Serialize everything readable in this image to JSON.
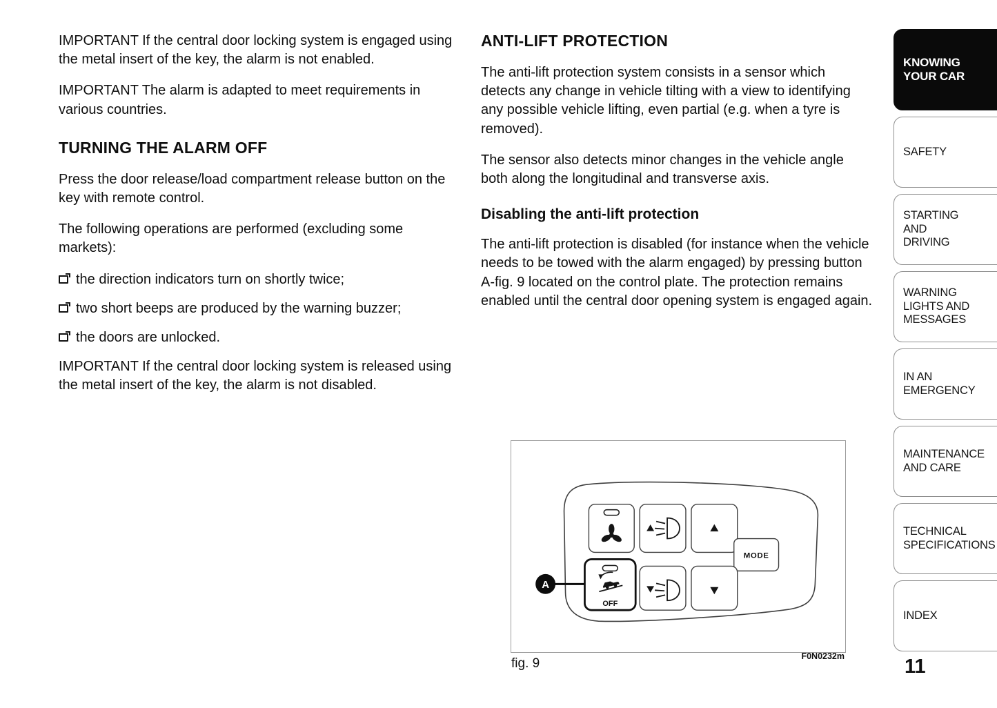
{
  "page": {
    "number": "11",
    "figure_caption": "fig. 9",
    "figure_code": "F0N0232m"
  },
  "left_column": {
    "para1": "IMPORTANT If the central door locking system is engaged using the metal insert of the key, the alarm is not enabled.",
    "para2": "IMPORTANT The alarm is adapted to meet requirements in various countries.",
    "heading": "TURNING THE ALARM OFF",
    "para3": "Press the door release/load compartment release button on the key with remote control.",
    "para4": "The following operations are performed (excluding some markets):",
    "bullets": [
      "the direction indicators turn on shortly twice;",
      "two short beeps are produced by the warning buzzer;",
      "the doors are unlocked."
    ],
    "para5": "IMPORTANT If the central door locking system is released using the metal insert of the key, the alarm is not disabled."
  },
  "right_column": {
    "heading": "ANTI-LIFT PROTECTION",
    "para1": "The anti-lift protection system consists in a sensor which detects any change in vehicle tilting with a view to identifying any possible vehicle lifting, even partial (e.g. when a tyre is removed).",
    "para2": "The sensor also detects minor changes in the vehicle angle both along the longitudinal and transverse axis.",
    "subheading": "Disabling the anti-lift protection",
    "para3": "The anti-lift protection is disabled (for instance when the vehicle needs to be towed with the alarm engaged) by pressing button A-fig. 9 located on the control plate. The protection remains enabled until the central door opening system is engaged again."
  },
  "figure": {
    "callout_label": "A",
    "mode_button_label": "MODE",
    "off_button_label": "OFF"
  },
  "sidebar": {
    "tabs": [
      {
        "label": "KNOWING\nYOUR CAR",
        "active": true
      },
      {
        "label": "SAFETY",
        "active": false
      },
      {
        "label": "STARTING\nAND\nDRIVING",
        "active": false
      },
      {
        "label": "WARNING\nLIGHTS AND\nMESSAGES",
        "active": false
      },
      {
        "label": "IN AN\nEMERGENCY",
        "active": false
      },
      {
        "label": "MAINTENANCE\nAND CARE",
        "active": false
      },
      {
        "label": "TECHNICAL\nSPECIFICATIONS",
        "active": false
      },
      {
        "label": "INDEX",
        "active": false
      }
    ]
  }
}
